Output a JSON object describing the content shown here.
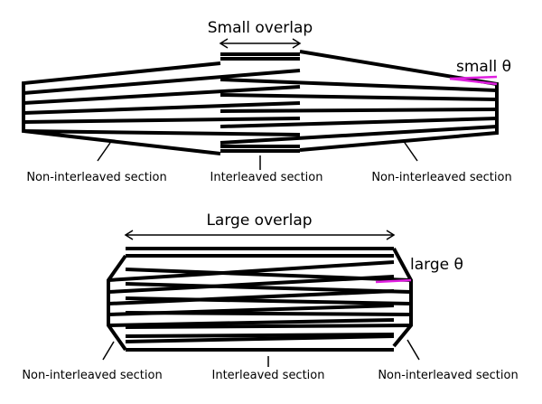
{
  "colors": {
    "stroke": "#000000",
    "angle_highlight": "#e020e0",
    "background": "#ffffff"
  },
  "top_panel": {
    "overlap_label": "Small overlap",
    "angle_label": "small θ",
    "left_label": "Non-interleaved section",
    "center_label": "Interleaved section",
    "right_label": "Non-interleaved section"
  },
  "bottom_panel": {
    "overlap_label": "Large overlap",
    "angle_label": "large θ",
    "left_label": "Non-interleaved section",
    "center_label": "Interleaved section",
    "right_label": "Non-interleaved section"
  }
}
